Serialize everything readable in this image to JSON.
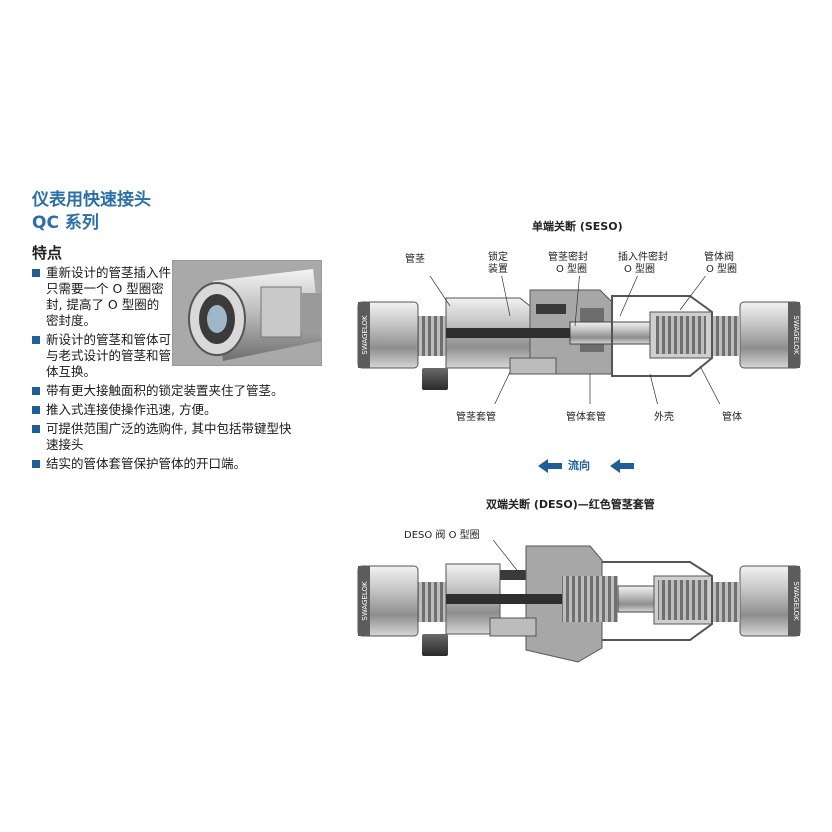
{
  "header": {
    "title_line1": "仪表用快速接头",
    "title_line2": "QC 系列"
  },
  "features": {
    "heading": "特点",
    "items": [
      "重新设计的管茎插入件只需要一个 O 型圈密封, 提高了 O 型圈的密封度。",
      "新设计的管茎和管体可与老式设计的管茎和管体互换。",
      "带有更大接触面积的锁定装置夹住了管茎。",
      "推入式连接使操作迅速, 方便。",
      "可提供范围广泛的选购件, 其中包括带键型快速接头",
      "结实的管体套管保护管体的开口端。"
    ]
  },
  "diagram_seso": {
    "title": "单端关断 (SESO)",
    "brand_text": "SWAGELOK",
    "top_labels": {
      "stem": "管茎",
      "lock_line1": "锁定",
      "lock_line2": "装置",
      "stem_seal_line1": "管茎密封",
      "stem_seal_line2": "O 型圈",
      "insert_seal_line1": "插入件密封",
      "insert_seal_line2": "O 型圈",
      "body_valve_line1": "管体阀",
      "body_valve_line2": "O 型圈"
    },
    "bottom_labels": {
      "stem_sleeve": "管茎套管",
      "body_sleeve": "管体套管",
      "shell": "外壳",
      "body": "管体"
    }
  },
  "flow": {
    "label": "流向",
    "arrow_color": "#1f5e99"
  },
  "diagram_deso": {
    "title": "双端关断 (DESO)—红色管茎套管",
    "valve_label": "DESO 阀 O 型圈",
    "brand_text": "SWAGELOK"
  },
  "colors": {
    "title_blue": "#2a6fa8",
    "bullet_blue": "#1f5e99"
  }
}
